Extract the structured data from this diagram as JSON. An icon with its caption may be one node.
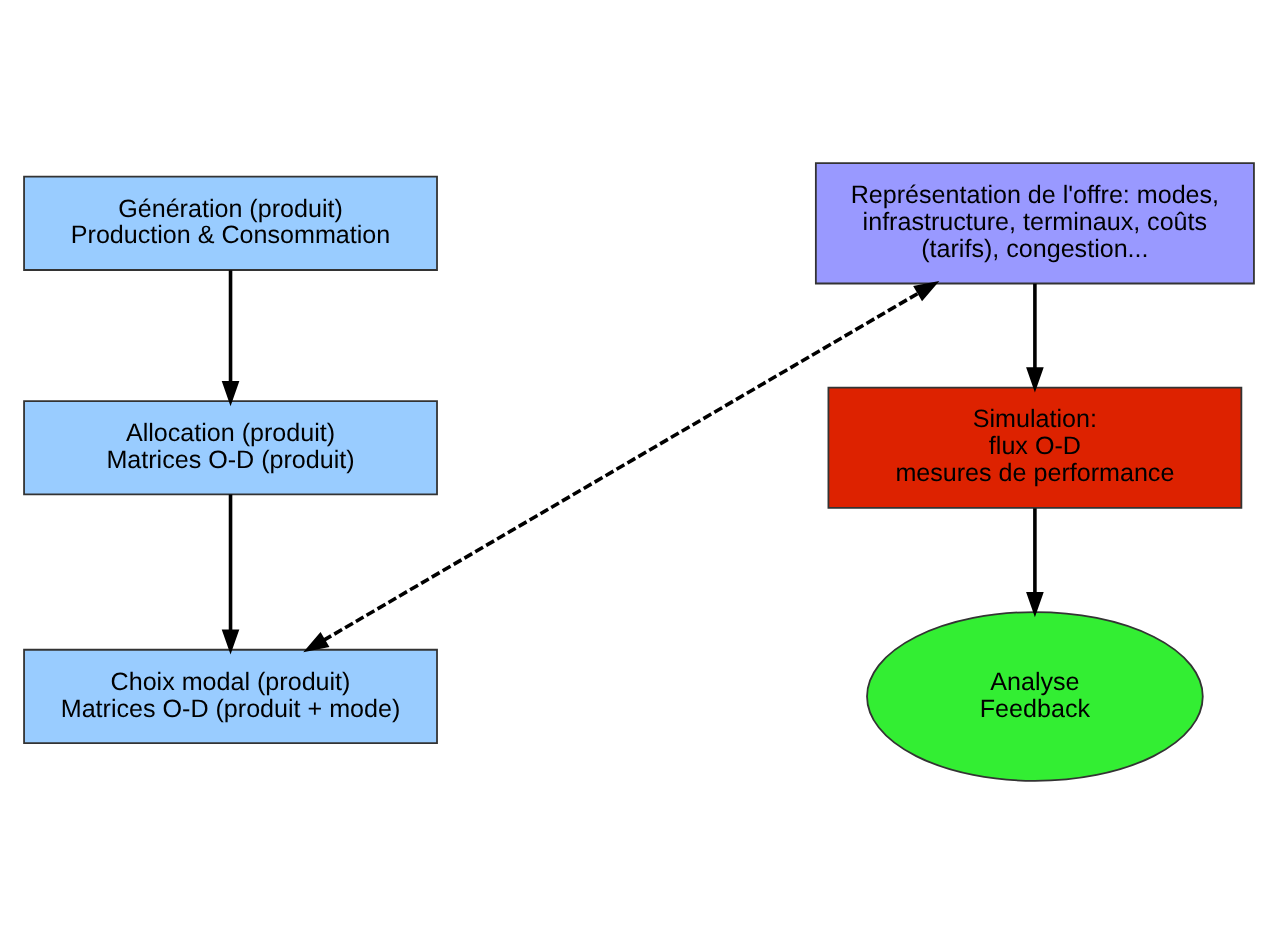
{
  "diagram": {
    "nodes": [
      {
        "text": [
          "Génération (produit)",
          "Production & Consommation"
        ]
      },
      {
        "text": [
          "Allocation (produit)",
          "Matrices O-D (produit)"
        ]
      },
      {
        "text": [
          "Choix modal (produit)",
          "Matrices O-D (produit + mode)"
        ]
      },
      {
        "text": [
          "Représentation de l'offre: modes, infrastructure, terminaux, coûts (tarifs), congestion..."
        ]
      },
      {
        "text": [
          "Simulation:",
          "flux O-D",
          "mesures de performance"
        ]
      },
      {
        "text": [
          "Analyse",
          "Feedback"
        ]
      }
    ],
    "edges": [
      {
        "from": 0,
        "to": 1,
        "arrow": "to"
      },
      {
        "from": 1,
        "to": 2,
        "arrow": "to"
      },
      {
        "from": 2,
        "to": 3,
        "arrow": "both",
        "style": "dashed"
      },
      {
        "from": 3,
        "to": 4,
        "arrow": "to"
      },
      {
        "from": 4,
        "to": 5,
        "arrow": "to"
      }
    ]
  }
}
